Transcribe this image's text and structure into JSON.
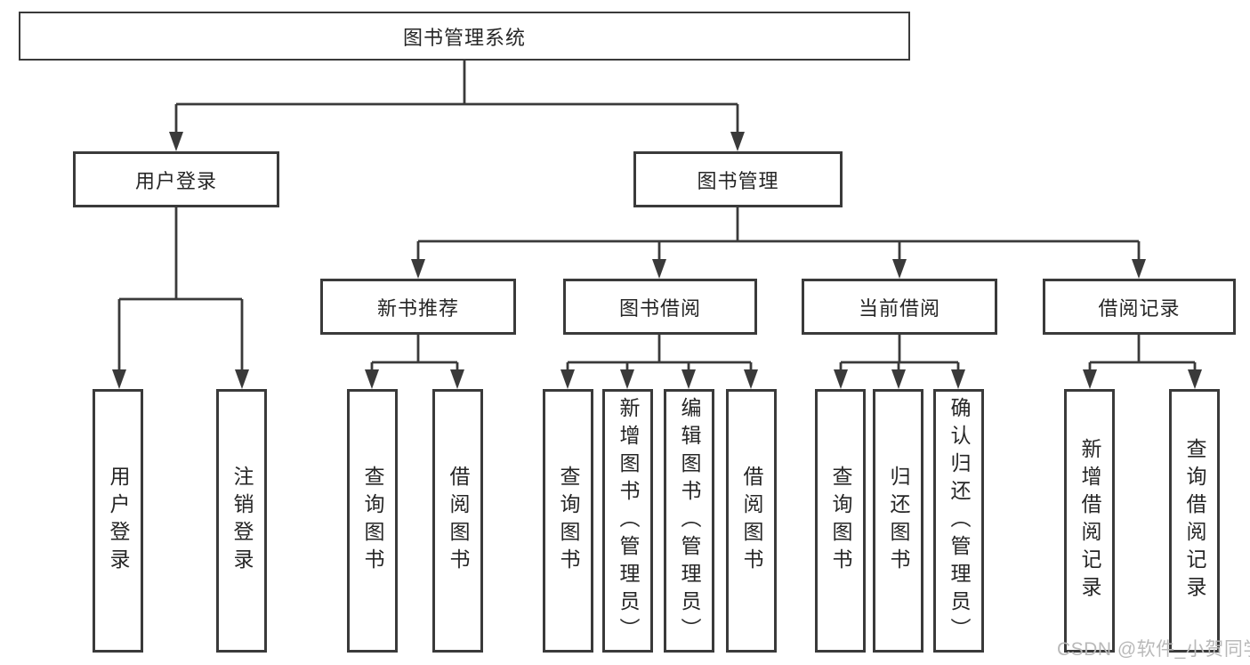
{
  "colors": {
    "background": "#ffffff",
    "box_background": "#ffffff",
    "line": "#3a3a3a",
    "text": "#262626",
    "watermark": "#b9b9b9"
  },
  "watermark": {
    "text": "CSDN @软件_小贺同学"
  },
  "diagram": {
    "type": "hierarchy-tree",
    "root": {
      "label": "图书管理系统"
    },
    "branches": [
      {
        "label": "用户登录",
        "children": [
          {
            "label": "用户登录"
          },
          {
            "label": "注销登录"
          }
        ]
      },
      {
        "label": "图书管理",
        "children": [
          {
            "label": "新书推荐",
            "children": [
              {
                "label": "查询图书"
              },
              {
                "label": "借阅图书"
              }
            ]
          },
          {
            "label": "图书借阅",
            "children": [
              {
                "label": "查询图书"
              },
              {
                "label": "新增图书（管理员）"
              },
              {
                "label": "编辑图书（管理员）"
              },
              {
                "label": "借阅图书"
              }
            ]
          },
          {
            "label": "当前借阅",
            "children": [
              {
                "label": "查询图书"
              },
              {
                "label": "归还图书"
              },
              {
                "label": "确认归还（管理员）"
              }
            ]
          },
          {
            "label": "借阅记录",
            "children": [
              {
                "label": "新增借阅记录"
              },
              {
                "label": "查询借阅记录"
              }
            ]
          }
        ]
      }
    ]
  }
}
